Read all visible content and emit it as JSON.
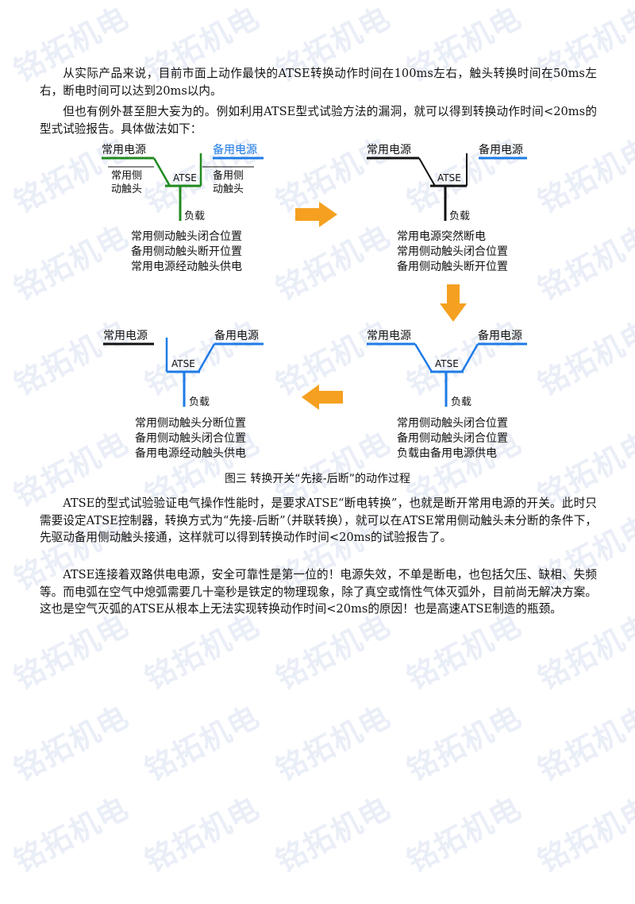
{
  "watermark": "铭拓机电",
  "paragraphs": {
    "p1": "从实际产品来说，目前市面上动作最快的ATSE转换动作时间在100ms左右，触头转换时间在50ms左右，断电时间可以达到20ms以内。",
    "p2": "但也有例外甚至胆大妄为的。例如利用ATSE型式试验方法的漏洞，就可以得到转换动作时间<20ms的型式试验报告。具体做法如下：",
    "p3": "ATSE的型式试验验证电气操作性能时，是要求ATSE“断电转换”，也就是断开常用电源的开关。此时只需要设定ATSE控制器，转换方式为“先接-后断”（并联转换），就可以在ATSE常用侧动触头未分断的条件下，先驱动备用侧动触头接通，这样就可以得到转换动作时间<20ms的试验报告了。",
    "p4": "ATSE连接着双路供电电源，安全可靠性是第一位的！电源失效，不单是断电，也包括欠压、缺相、失频等。而电弧在空气中熄弧需要几十毫秒是铁定的物理现象，除了真空或惰性气体灭弧外，目前尚无解决方案。这也是空气灭弧的ATSE从根本上无法实现转换动作时间<20ms的原因！也是高速ATSE制造的瓶颈。"
  },
  "figure": {
    "caption": "图三  转换开关“先接-后断”的动作过程",
    "labels": {
      "normal_source": "常用电源",
      "backup_source": "备用电源",
      "atse": "ATSE",
      "load": "负载",
      "normal_contact_l1": "常用侧",
      "normal_contact_l2": "动触头",
      "backup_contact_l1": "备用侧",
      "backup_contact_l2": "动触头"
    },
    "steps": [
      {
        "lines": [
          "常用侧动触头闭合位置",
          "备用侧动触头断开位置",
          "常用电源经动触头供电"
        ]
      },
      {
        "lines": [
          "常用电源突然断电",
          "常用侧动触头闭合位置",
          "备用侧动触头断开位置"
        ]
      },
      {
        "lines": [
          "常用侧动触头闭合位置",
          "备用侧动触头闭合位置",
          "负载由备用电源供电"
        ]
      },
      {
        "lines": [
          "常用侧动触头分断位置",
          "备用侧动触头闭合位置",
          "备用电源经动触头供电"
        ]
      }
    ],
    "colors": {
      "green": "#1f8a1f",
      "blue": "#1e7be6",
      "black": "#111111",
      "arrow": "#f5a020"
    }
  }
}
